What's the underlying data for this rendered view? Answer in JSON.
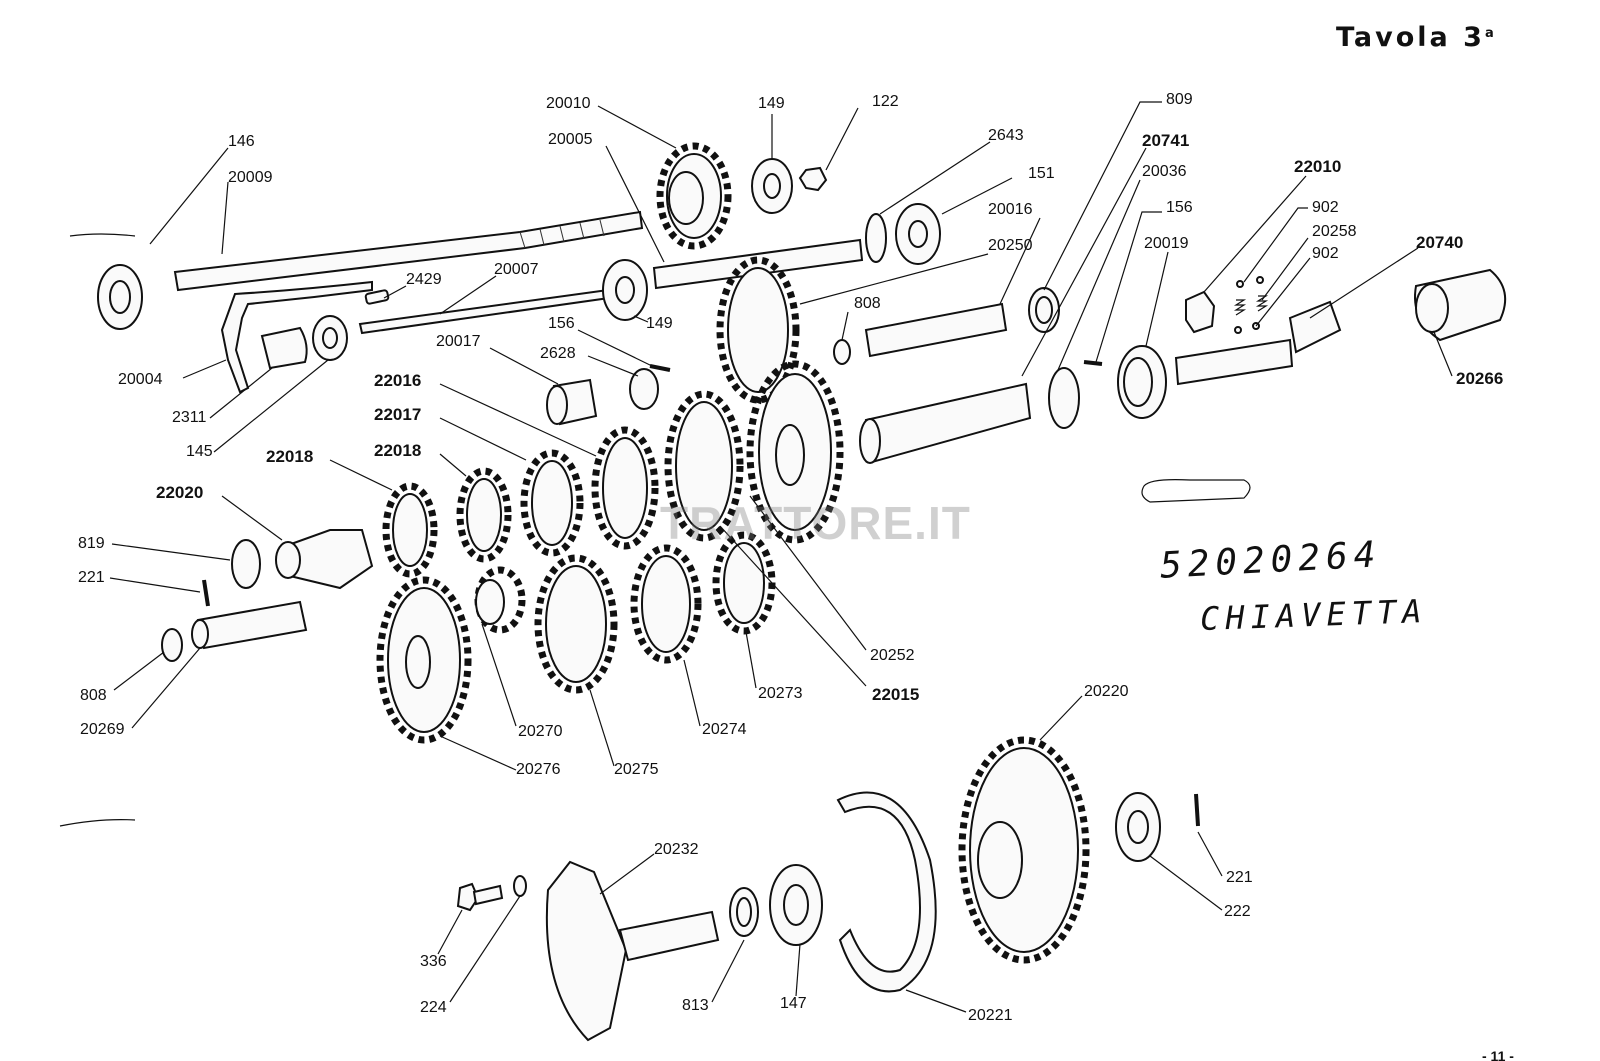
{
  "title": {
    "text": "Tavola 3",
    "superscript": "a"
  },
  "watermark": "TRATTORE.IT",
  "handwritten": {
    "code": "52020264",
    "word": "CHIAVETTA"
  },
  "page_number": "- 11 -",
  "labels": [
    {
      "text": "146",
      "bold": false
    },
    {
      "text": "20009",
      "bold": false
    },
    {
      "text": "20004",
      "bold": false
    },
    {
      "text": "2311",
      "bold": false
    },
    {
      "text": "145",
      "bold": false
    },
    {
      "text": "2429",
      "bold": false
    },
    {
      "text": "20007",
      "bold": false
    },
    {
      "text": "20010",
      "bold": false
    },
    {
      "text": "20005",
      "bold": false
    },
    {
      "text": "149",
      "bold": false
    },
    {
      "text": "122",
      "bold": false
    },
    {
      "text": "2643",
      "bold": false
    },
    {
      "text": "151",
      "bold": false
    },
    {
      "text": "20016",
      "bold": false
    },
    {
      "text": "20250",
      "bold": false
    },
    {
      "text": "149",
      "bold": false
    },
    {
      "text": "808",
      "bold": false
    },
    {
      "text": "156",
      "bold": false
    },
    {
      "text": "2628",
      "bold": false
    },
    {
      "text": "20017",
      "bold": false
    },
    {
      "text": "809",
      "bold": false
    },
    {
      "text": "20741",
      "bold": true
    },
    {
      "text": "20036",
      "bold": false
    },
    {
      "text": "156",
      "bold": false
    },
    {
      "text": "20019",
      "bold": false
    },
    {
      "text": "22010",
      "bold": true
    },
    {
      "text": "902",
      "bold": false
    },
    {
      "text": "20258",
      "bold": false
    },
    {
      "text": "902",
      "bold": false
    },
    {
      "text": "20740",
      "bold": true
    },
    {
      "text": "20266",
      "bold": true
    },
    {
      "text": "22016",
      "bold": true
    },
    {
      "text": "22017",
      "bold": true
    },
    {
      "text": "22018",
      "bold": true
    },
    {
      "text": "22018",
      "bold": true
    },
    {
      "text": "22020",
      "bold": true
    },
    {
      "text": "819",
      "bold": false
    },
    {
      "text": "221",
      "bold": false
    },
    {
      "text": "808",
      "bold": false
    },
    {
      "text": "20269",
      "bold": false
    },
    {
      "text": "20252",
      "bold": false
    },
    {
      "text": "22015",
      "bold": true
    },
    {
      "text": "20273",
      "bold": false
    },
    {
      "text": "20274",
      "bold": false
    },
    {
      "text": "20270",
      "bold": false
    },
    {
      "text": "20275",
      "bold": false
    },
    {
      "text": "20276",
      "bold": false
    },
    {
      "text": "20220",
      "bold": false
    },
    {
      "text": "20232",
      "bold": false
    },
    {
      "text": "221",
      "bold": false
    },
    {
      "text": "222",
      "bold": false
    },
    {
      "text": "336",
      "bold": false
    },
    {
      "text": "224",
      "bold": false
    },
    {
      "text": "813",
      "bold": false
    },
    {
      "text": "147",
      "bold": false
    },
    {
      "text": "20221",
      "bold": false
    }
  ]
}
